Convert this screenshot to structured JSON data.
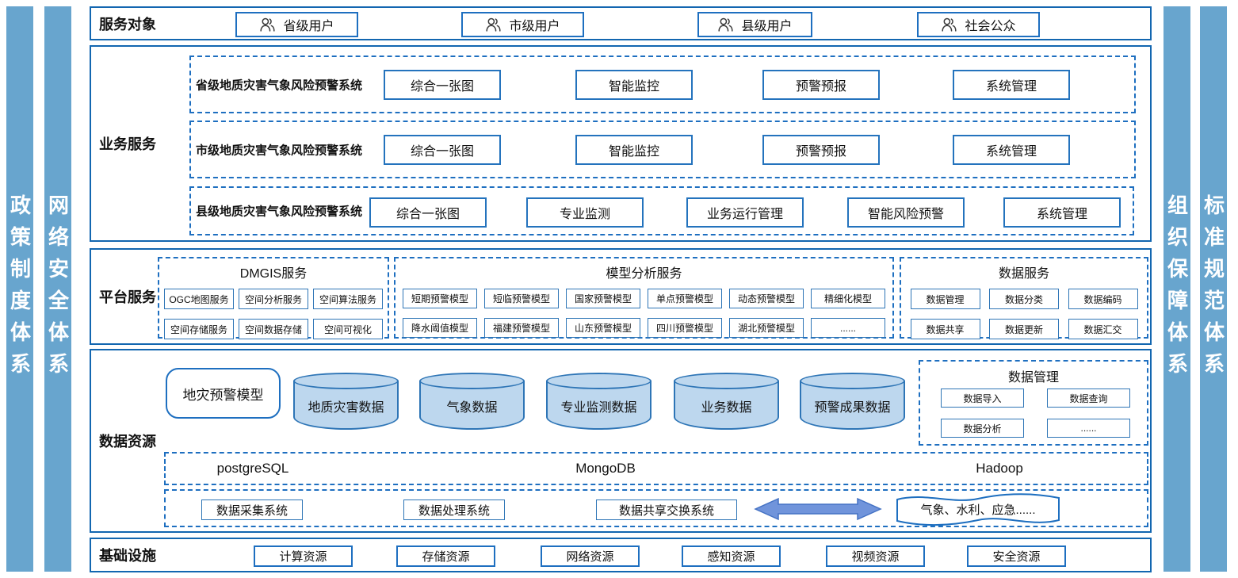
{
  "colors": {
    "accent_solid": "#1266b0",
    "accent_dashed": "#1e6fc0",
    "sidebar_fill": "#68a5ce",
    "cylinder_fill": "#bdd7ee",
    "arrow_fill": "#7094db"
  },
  "side_bars": {
    "left": [
      "政策制度体系",
      "网络安全体系"
    ],
    "right": [
      "组织保障体系",
      "标准规范体系"
    ]
  },
  "service_targets": {
    "title": "服务对象",
    "items": [
      "省级用户",
      "市级用户",
      "县级用户",
      "社会公众"
    ]
  },
  "business_services": {
    "title": "业务服务",
    "rows": [
      {
        "title": "省级地质灾害气象风险预警系统",
        "items": [
          "综合一张图",
          "智能监控",
          "预警预报",
          "系统管理"
        ]
      },
      {
        "title": "市级地质灾害气象风险预警系统",
        "items": [
          "综合一张图",
          "智能监控",
          "预警预报",
          "系统管理"
        ]
      },
      {
        "title": "县级地质灾害气象风险预警系统",
        "items": [
          "综合一张图",
          "专业监测",
          "业务运行管理",
          "智能风险预警",
          "系统管理"
        ]
      }
    ]
  },
  "platform_services": {
    "title": "平台服务",
    "groups": [
      {
        "title": "DMGIS服务",
        "rows": [
          [
            "OGC地图服务",
            "空间分析服务",
            "空间算法服务"
          ],
          [
            "空间存储服务",
            "空间数据存储",
            "空间可视化"
          ]
        ]
      },
      {
        "title": "模型分析服务",
        "rows": [
          [
            "短期预警模型",
            "短临预警模型",
            "国家预警模型",
            "单点预警模型",
            "动态预警模型",
            "精细化模型"
          ],
          [
            "降水阈值模型",
            "福建预警模型",
            "山东预警模型",
            "四川预警模型",
            "湖北预警模型",
            "......"
          ]
        ]
      },
      {
        "title": "数据服务",
        "rows": [
          [
            "数据管理",
            "数据分类",
            "数据编码"
          ],
          [
            "数据共享",
            "数据更新",
            "数据汇交"
          ]
        ]
      }
    ]
  },
  "data_resources": {
    "title": "数据资源",
    "model_box": "地灾预警模型",
    "cylinders": [
      "地质灾害数据",
      "气象数据",
      "专业监测数据",
      "业务数据",
      "预警成果数据"
    ],
    "data_management": {
      "title": "数据管理",
      "items": [
        "数据导入",
        "数据查询",
        "数据分析",
        "......"
      ]
    },
    "databases": [
      "postgreSQL",
      "MongoDB",
      "Hadoop"
    ],
    "systems": [
      "数据采集系统",
      "数据处理系统",
      "数据共享交换系统"
    ],
    "external": "气象、水利、应急......"
  },
  "infrastructure": {
    "title": "基础设施",
    "items": [
      "计算资源",
      "存储资源",
      "网络资源",
      "感知资源",
      "视频资源",
      "安全资源"
    ]
  }
}
